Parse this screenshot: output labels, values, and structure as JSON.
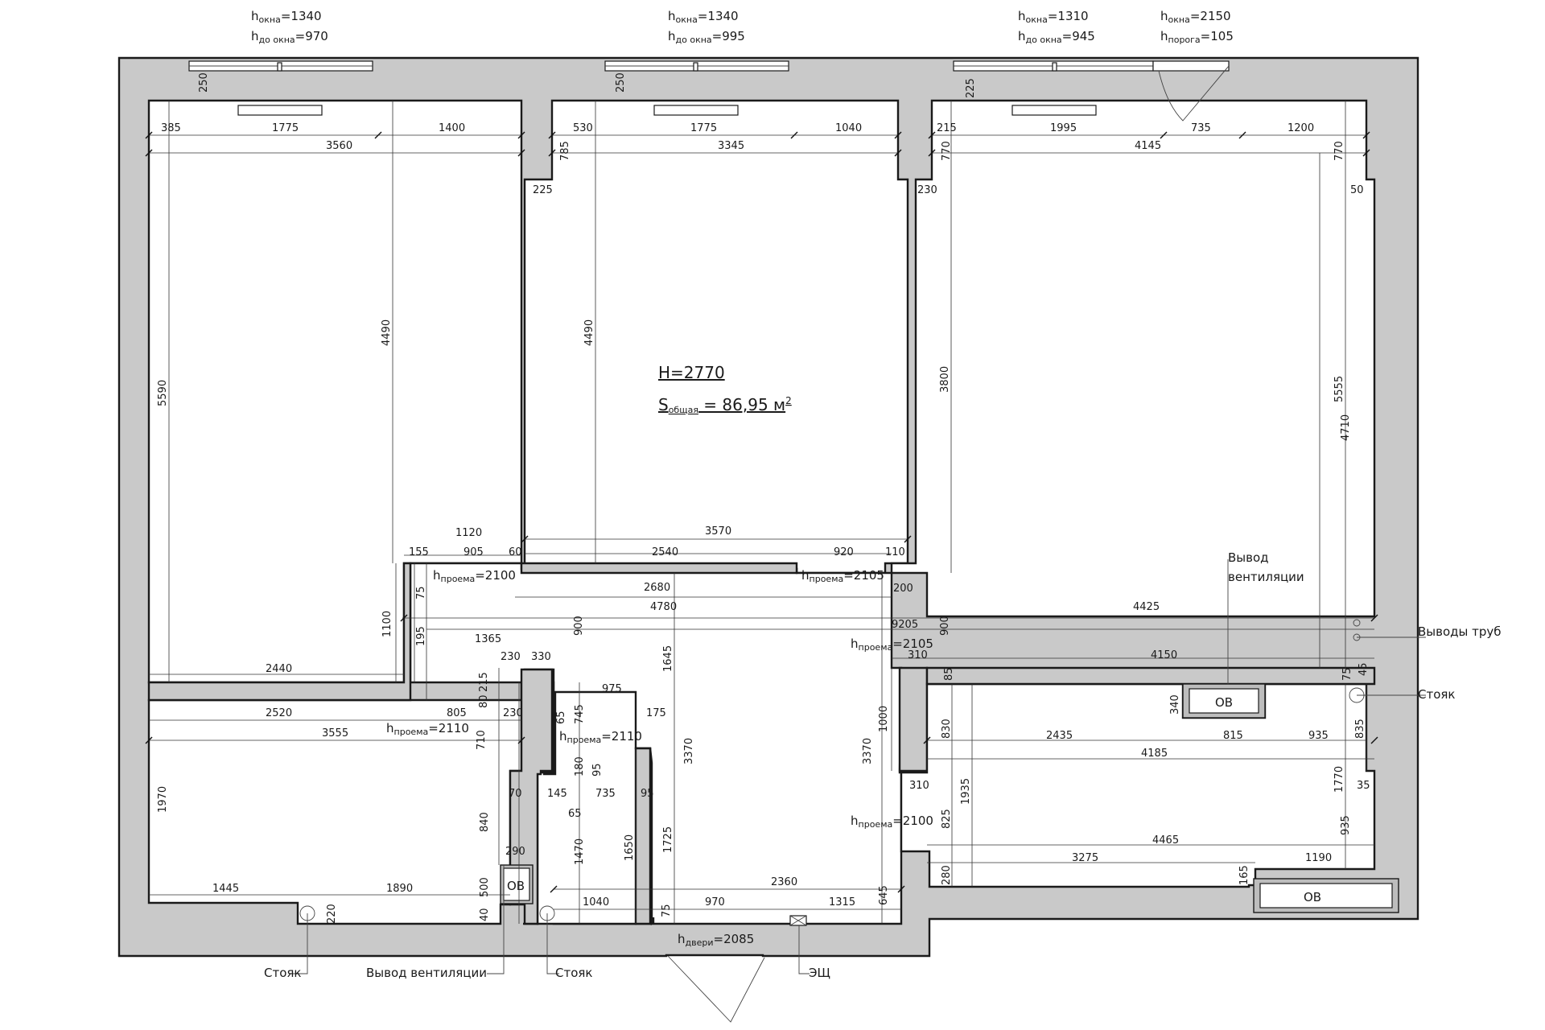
{
  "summary": {
    "height": "H=2770",
    "area_prefix": "S",
    "area_sub": "общая",
    "area_value": " = 86,95 м",
    "area_sup": "2"
  },
  "windows": [
    {
      "h": "h",
      "h_sub": "окна",
      "h_val": "=1340",
      "h2": "h",
      "h2_sub": "до окна",
      "h2_val": "=970"
    },
    {
      "h": "h",
      "h_sub": "окна",
      "h_val": "=1340",
      "h2": "h",
      "h2_sub": "до окна",
      "h2_val": "=995"
    },
    {
      "h": "h",
      "h_sub": "окна",
      "h_val": "=1310",
      "h2": "h",
      "h2_sub": "до окна",
      "h2_val": "=945"
    },
    {
      "h": "h",
      "h_sub": "окна",
      "h_val": "=2150",
      "h2": "h",
      "h2_sub": "порога",
      "h2_val": "=105"
    }
  ],
  "openings": {
    "o1": {
      "sub": "проема",
      "val": "=2100"
    },
    "o2": {
      "sub": "проема",
      "val": "=2105"
    },
    "o3": {
      "sub": "проема",
      "val": "=2105"
    },
    "o4": {
      "sub": "проема",
      "val": "=2110"
    },
    "o5": {
      "sub": "проема",
      "val": "=2110"
    },
    "o6": {
      "sub": "проема",
      "val": "=2100"
    },
    "door": {
      "sub": "двери",
      "val": "=2085"
    }
  },
  "callouts": {
    "vent_top_1": "Вывод",
    "vent_top_2": "вентиляции",
    "pipes": "Выводы труб",
    "riser_right": "Стояк",
    "riser_left": "Стояк",
    "vent_bottom": "Вывод вентиляции",
    "riser_mid": "Стояк",
    "panel": "ЭЩ",
    "ov1": "ОВ",
    "ov2": "ОВ",
    "ov3": "ОВ"
  },
  "dims": {
    "d250a": "250",
    "d385": "385",
    "d1775a": "1775",
    "d1400": "1400",
    "d3560": "3560",
    "d4490a": "4490",
    "d5590": "5590",
    "d1120": "1120",
    "d155": "155",
    "d905": "905",
    "d60": "60",
    "d75a": "75",
    "d1100": "1100",
    "d195": "195",
    "d2440": "2440",
    "d250b": "250",
    "d530": "530",
    "d1775b": "1775",
    "d1040a": "1040",
    "d785": "785",
    "d3345": "3345",
    "d225a": "225",
    "d4490b": "4490",
    "d3570": "3570",
    "d2540": "2540",
    "d920": "920",
    "d110": "110",
    "d2680": "2680",
    "d4780": "4780",
    "d900a": "900",
    "d225b": "225",
    "d215a": "215",
    "d1995": "1995",
    "d735a": "735",
    "d1200": "1200",
    "d770a": "770",
    "d4145": "4145",
    "d770b": "770",
    "d230a": "230",
    "d50": "50",
    "d3800": "3800",
    "d5555": "5555",
    "d4710": "4710",
    "d200": "200",
    "d4425": "4425",
    "d9205": "9205",
    "d900b": "900",
    "d310a": "310",
    "d4150": "4150",
    "d85": "85",
    "d75b": "75",
    "d45": "45",
    "d1365": "1365",
    "d230b": "230",
    "d330": "330",
    "d215b": "215",
    "d80": "80",
    "d975": "975",
    "d805": "805",
    "d230c": "230",
    "d65a": "65",
    "d745": "745",
    "d175": "175",
    "d2520": "2520",
    "d3555": "3555",
    "d710": "710",
    "d1645": "1645",
    "d3370a": "3370",
    "d180": "180",
    "d95a": "95",
    "d70": "70",
    "d145": "145",
    "d735b": "735",
    "d95b": "95",
    "d65b": "65",
    "d1970": "1970",
    "d840": "840",
    "d1470": "1470",
    "d1650": "1650",
    "d1725": "1725",
    "d290": "290",
    "d1445": "1445",
    "d1890": "1890",
    "d500": "500",
    "d40": "40",
    "d220": "220",
    "d1040b": "1040",
    "d75c": "75",
    "d970": "970",
    "d2360": "2360",
    "d1315": "1315",
    "d645": "645",
    "d1000": "1000",
    "d3370b": "3370",
    "d340": "340",
    "d830": "830",
    "d2435": "2435",
    "d815": "815",
    "d935a": "935",
    "d835": "835",
    "d4185": "4185",
    "d310b": "310",
    "d1935": "1935",
    "d1770": "1770",
    "d35": "35",
    "d825": "825",
    "d935b": "935",
    "d4465": "4465",
    "d3275": "3275",
    "d1190": "1190",
    "d280": "280",
    "d165": "165"
  }
}
